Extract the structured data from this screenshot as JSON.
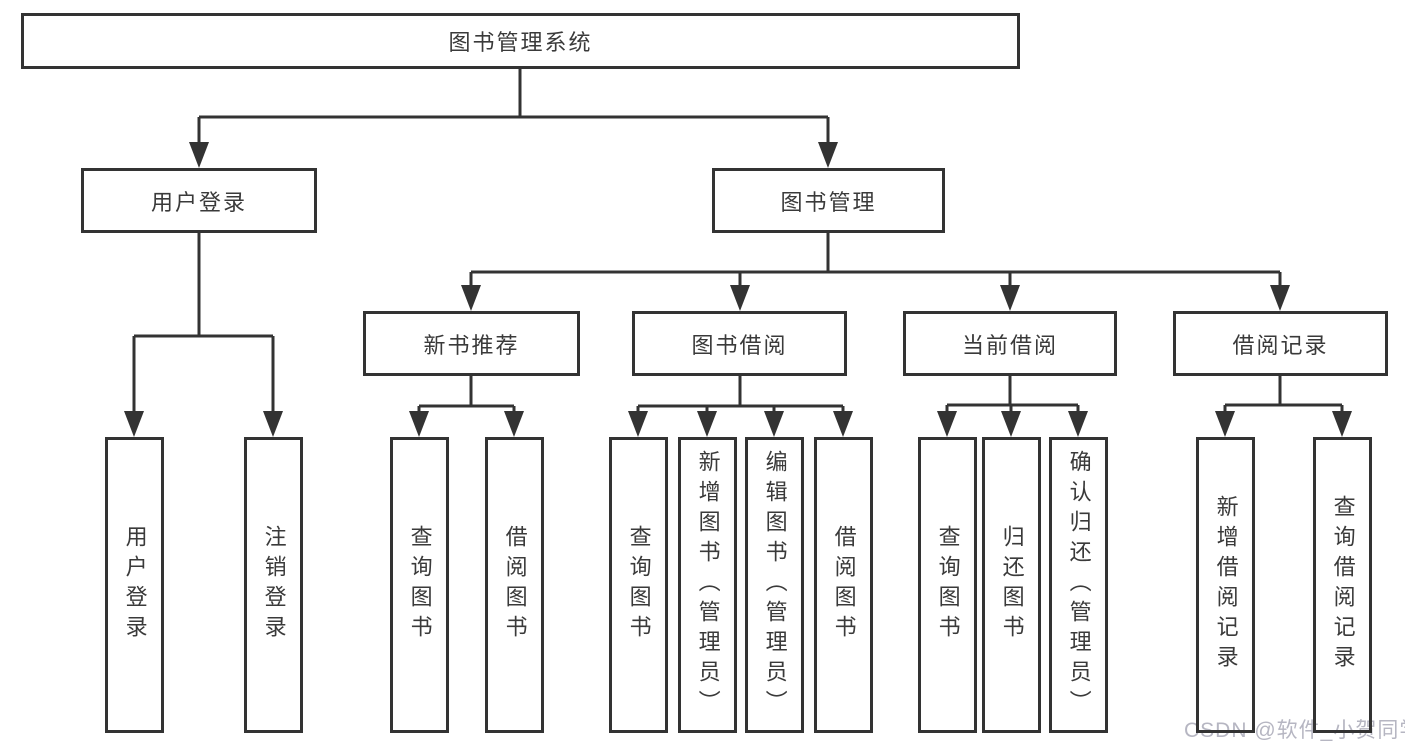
{
  "colors": {
    "line": "#333333",
    "box_border": "#333333",
    "label_text": "#3a3a3a",
    "watermark_text": "#b6b6c2",
    "background": "#ffffff"
  },
  "watermark": {
    "text": "CSDN @软件_小贺同学"
  },
  "tree": {
    "label": "图书管理系统",
    "children": [
      {
        "label": "用户登录",
        "children": [
          {
            "label": "用户登录"
          },
          {
            "label": "注销登录"
          }
        ]
      },
      {
        "label": "图书管理",
        "children": [
          {
            "label": "新书推荐",
            "children": [
              {
                "label": "查询图书"
              },
              {
                "label": "借阅图书"
              }
            ]
          },
          {
            "label": "图书借阅",
            "children": [
              {
                "label": "查询图书"
              },
              {
                "label": "新增图书（管理员）"
              },
              {
                "label": "编辑图书（管理员）"
              },
              {
                "label": "借阅图书"
              }
            ]
          },
          {
            "label": "当前借阅",
            "children": [
              {
                "label": "查询图书"
              },
              {
                "label": "归还图书"
              },
              {
                "label": "确认归还（管理员）"
              }
            ]
          },
          {
            "label": "借阅记录",
            "children": [
              {
                "label": "新增借阅记录"
              },
              {
                "label": "查询借阅记录"
              }
            ]
          }
        ]
      }
    ]
  }
}
